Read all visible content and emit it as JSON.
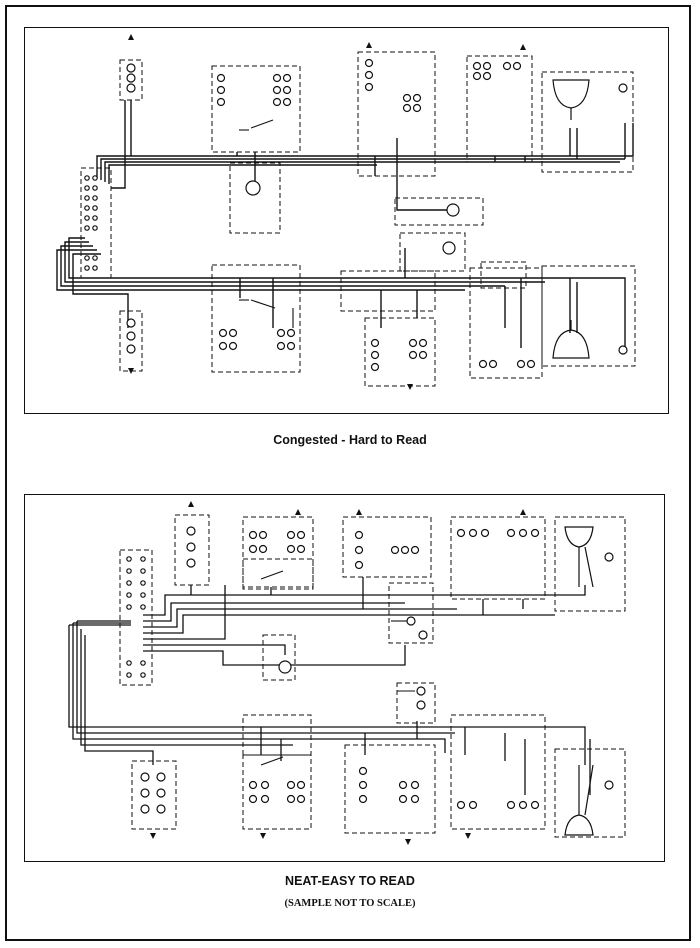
{
  "captions": {
    "top": "Congested - Hard to Read",
    "bottom": "NEAT-EASY TO READ",
    "note": "(SAMPLE NOT TO SCALE)"
  },
  "colors": {
    "ink": "#111111",
    "paper": "#ffffff"
  }
}
